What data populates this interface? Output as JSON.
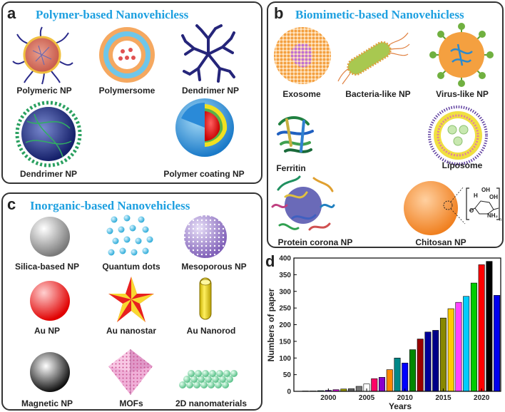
{
  "panel_a": {
    "label": "a",
    "title": "Polymer-based Nanovehicless",
    "items": [
      "Polymeric NP",
      "Polymersome",
      "Dendrimer NP",
      "Dendrimer NP",
      "Polymer coating NP"
    ]
  },
  "panel_b": {
    "label": "b",
    "title": "Biomimetic-based Nanovehicless",
    "items": [
      "Exosome",
      "Bacteria-like NP",
      "Virus-like NP",
      "Ferritin",
      "Liposome",
      "Protein corona NP",
      "Chitosan NP"
    ]
  },
  "panel_c": {
    "label": "c",
    "title": "Inorganic-based Nanovehicless",
    "items": [
      "Silica-based NP",
      "Quantum dots",
      "Mesoporous NP",
      "Au NP",
      "Au nanostar",
      "Au Nanorod",
      "Magnetic NP",
      "MOFs",
      "2D nanomaterials"
    ]
  },
  "panel_d": {
    "label": "d"
  },
  "chitosan_formula": {
    "oh1": "OH",
    "oh2": "OH",
    "h": "H",
    "o": "O",
    "nh2": "NH₂",
    "n": "n"
  },
  "chart_data": {
    "type": "bar",
    "xlabel": "Years",
    "ylabel": "Numbers of paper",
    "ylim": [
      0,
      400
    ],
    "xlim": [
      1995.5,
      2022.5
    ],
    "x_ticks": [
      2000,
      2005,
      2010,
      2015,
      2020
    ],
    "y_ticks": [
      0,
      50,
      100,
      150,
      200,
      250,
      300,
      350,
      400
    ],
    "x": [
      1997,
      1998,
      1999,
      2000,
      2001,
      2002,
      2003,
      2004,
      2005,
      2006,
      2007,
      2008,
      2009,
      2010,
      2011,
      2012,
      2013,
      2014,
      2015,
      2016,
      2017,
      2018,
      2019,
      2020,
      2021,
      2022
    ],
    "values": [
      1,
      1,
      2,
      3,
      5,
      7,
      8,
      15,
      22,
      38,
      42,
      65,
      100,
      85,
      125,
      157,
      178,
      183,
      220,
      248,
      267,
      285,
      325,
      380,
      390,
      288
    ],
    "colors": [
      "#000000",
      "#888888",
      "#00cccc",
      "#8800ff",
      "#dd00dd",
      "#999900",
      "#666666",
      "#777777",
      "#ffffff",
      "#ff0066",
      "#8800cc",
      "#ff8800",
      "#008888",
      "#0000ff",
      "#008800",
      "#990000",
      "#000099",
      "#000088",
      "#888800",
      "#ffcc00",
      "#ff44ff",
      "#00ccff",
      "#00cc00",
      "#ff0000",
      "#000000",
      "#0000ee"
    ]
  }
}
